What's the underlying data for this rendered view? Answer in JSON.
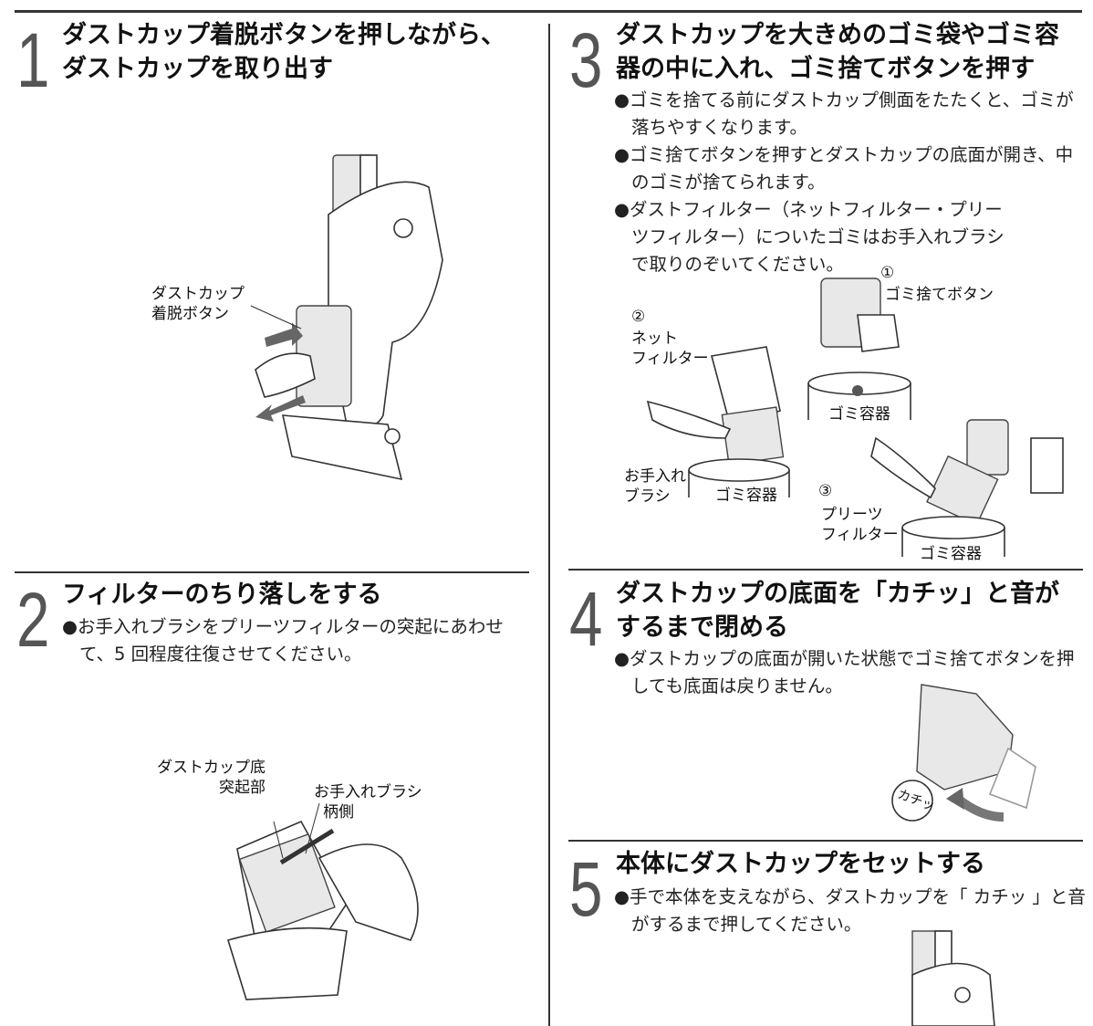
{
  "steps": [
    {
      "number": "1",
      "title": [
        "ダストカップ着脱ボタンを押しながら、",
        "ダストカップを取り出す"
      ],
      "bullets": [],
      "labels": {
        "button": [
          "ダストカップ",
          "着脱ボタン"
        ]
      }
    },
    {
      "number": "2",
      "title": [
        "フィルターのちり落しをする"
      ],
      "bullets": [
        "●お手入れブラシをプリーツフィルターの突起にあわせて、5 回程度往復させてください。"
      ],
      "labels": {
        "protrusion": [
          "ダストカップ底",
          "突起部"
        ],
        "brush_handle": [
          "お手入れブラシ",
          "柄側"
        ]
      }
    },
    {
      "number": "3",
      "title": [
        "ダストカップを大きめのゴミ袋やゴミ容",
        "器の中に入れ、ゴミ捨てボタンを押す"
      ],
      "bullets": [
        "●ゴミを捨てる前にダストカップ側面をたたくと、ゴミが落ちやすくなります。",
        "●ゴミ捨てボタンを押すとダストカップの底面が開き、中のゴミが捨てられます。",
        "●ダストフィルター（ネットフィルター・プリーツフィルター）についたゴミはお手入れブラシで取りのぞいてください。"
      ],
      "labels": {
        "c1": "①",
        "dump_button": "ゴミ捨てボタン",
        "c2": "②",
        "net_filter": [
          "ネット",
          "フィルター"
        ],
        "brush": [
          "お手入れ",
          "ブラシ"
        ],
        "container_a": "ゴミ容器",
        "container_b": "ゴミ容器",
        "c3": "③",
        "pleats_filter": [
          "プリーツ",
          "フィルター"
        ],
        "container_c": "ゴミ容器"
      }
    },
    {
      "number": "4",
      "title": [
        "ダストカップの底面を「カチッ」と音が",
        "するまで閉める"
      ],
      "bullets": [
        "●ダストカップの底面が開いた状態でゴミ捨てボタンを押しても底面は戻りません。"
      ],
      "labels": {
        "click": "カチッ"
      }
    },
    {
      "number": "5",
      "title": [
        "本体にダストカップをセットする"
      ],
      "bullets": [
        "●手で本体を支えながら、ダストカップを「 カチッ 」と音がするまで押してください。"
      ],
      "labels": {}
    }
  ]
}
